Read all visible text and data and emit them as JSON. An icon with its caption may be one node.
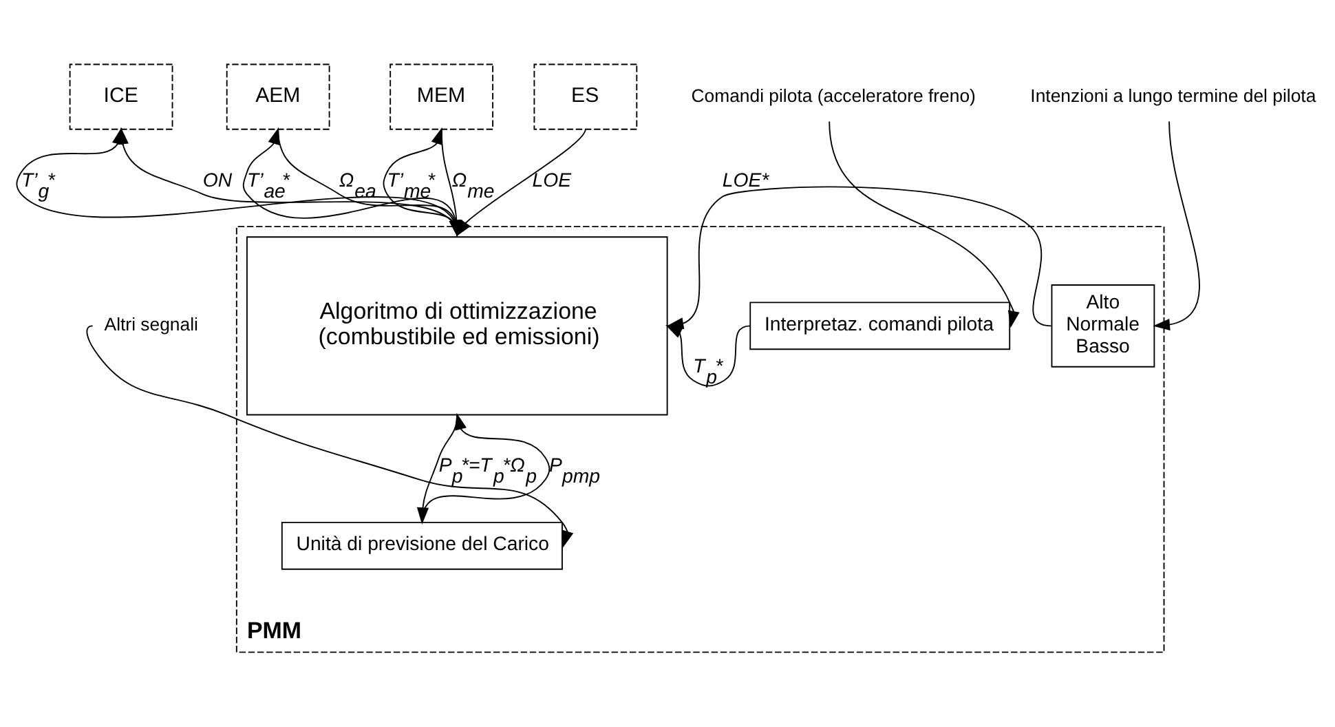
{
  "diagram": {
    "nodes": [
      {
        "text": [
          "PMM"
        ]
      },
      {
        "text": [
          "ICE"
        ]
      },
      {
        "text": [
          "AEM"
        ]
      },
      {
        "text": [
          "ES"
        ]
      },
      {
        "text": [
          "MEM"
        ]
      },
      {
        "text": [
          "Comandi pilota (acceleratore freno)"
        ]
      },
      {
        "text": [
          "Algoritmo di ottimizzazione",
          "(combustibile ed emissioni)"
        ],
        "in": 0
      },
      {
        "text": [
          "Interpretaz. comandi pilota"
        ],
        "in": 0
      },
      {
        "text": [
          "Intenzioni a lungo termine del pilota"
        ]
      },
      {
        "text": [
          "Alto",
          "Normale",
          "Basso"
        ],
        "in": 0
      },
      {
        "text": [
          "Unità di previsione del Carico"
        ],
        "in": 0
      },
      {
        "text": [
          "Altri segnali"
        ]
      }
    ],
    "edges": [
      {
        "from": 6,
        "to": 1,
        "arrow": "to",
        "label": "T’$_{g}$*"
      },
      {
        "from": 6,
        "to": 1,
        "arrow": "to",
        "label": "ON"
      },
      {
        "from": 2,
        "to": 6,
        "arrow": "to",
        "label": "Ω$_{ea}$"
      },
      {
        "from": 6,
        "to": 2,
        "arrow": "to",
        "label": "T’$_{ae}$*"
      },
      {
        "from": 3,
        "to": 6,
        "arrow": "to",
        "label": "LOE"
      },
      {
        "from": 4,
        "to": 6,
        "arrow": "to",
        "label": "Ω$_{me}$"
      },
      {
        "from": 6,
        "to": 4,
        "arrow": "to",
        "label": "T’$_{me}$*"
      },
      {
        "from": 5,
        "to": 7,
        "arrow": "to"
      },
      {
        "from": 7,
        "to": 6,
        "arrow": "to",
        "label": "T$_{p}$*"
      },
      {
        "from": 8,
        "to": 9,
        "arrow": "to"
      },
      {
        "from": 9,
        "to": 6,
        "arrow": "to",
        "label": "LOE*"
      },
      {
        "from": 10,
        "to": 6,
        "arrow": "to",
        "label": "P$_{pmp}$"
      },
      {
        "from": 6,
        "to": 10,
        "arrow": "to",
        "label": "P$_{p}$*=T$_{p}$*Ω$_{p}$"
      },
      {
        "from": 11,
        "to": 10,
        "arrow": "to"
      }
    ]
  }
}
